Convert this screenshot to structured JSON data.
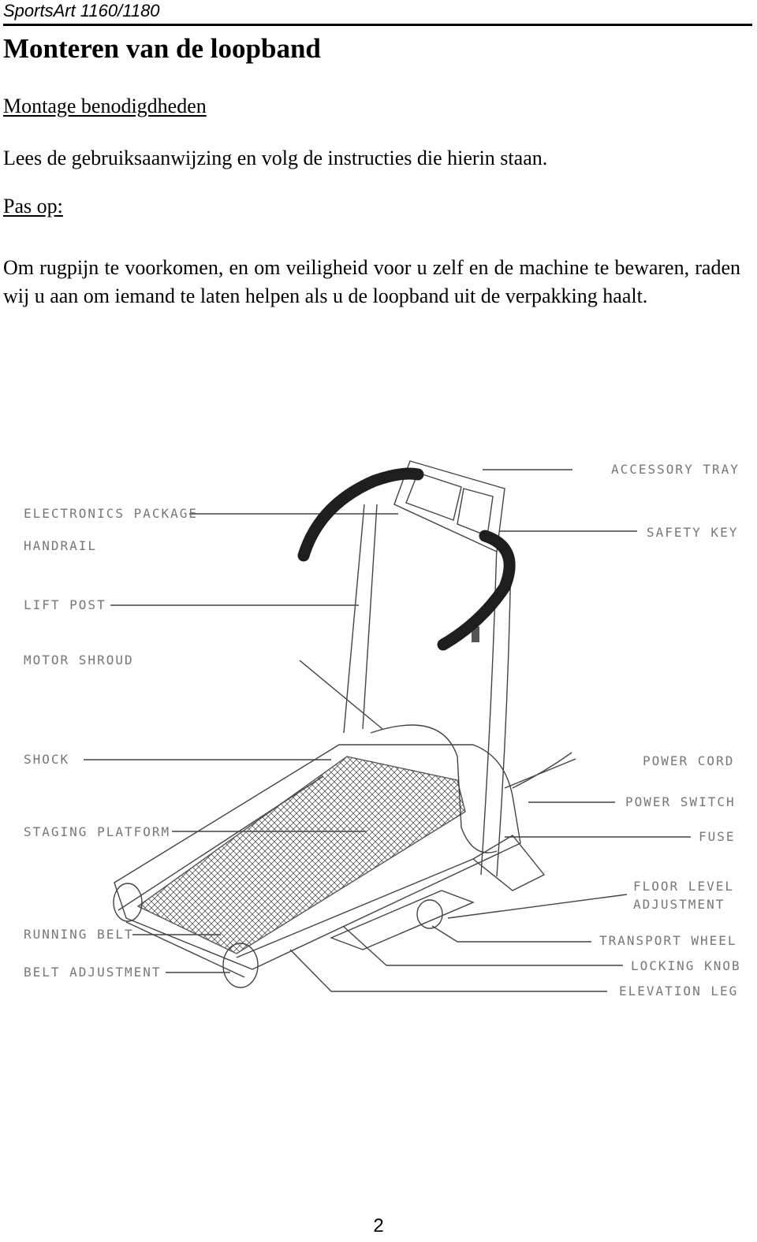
{
  "header": {
    "running_title": "SportsArt 1160/1180"
  },
  "section": {
    "title": "Monteren van de loopband",
    "subtitle": "Montage benodigdheden",
    "intro": "Lees de gebruiksaanwijzing en volg de instructies die hierin staan.",
    "warning_label": "Pas op:",
    "warning_text": "Om rugpijn te voorkomen, en om veiligheid voor u zelf en de machine te bewaren, raden wij u aan om iemand te laten helpen als u de loopband uit de verpakking haalt."
  },
  "figure": {
    "labels": {
      "accessory_tray": "ACCESSORY TRAY",
      "electronics_package": "ELECTRONICS PACKAGE",
      "safety_key": "SAFETY KEY",
      "handrail": "HANDRAIL",
      "lift_post": "LIFT POST",
      "motor_shroud": "MOTOR SHROUD",
      "shock": "SHOCK",
      "power_cord": "POWER CORD",
      "power_switch": "POWER SWITCH",
      "staging_platform": "STAGING PLATFORM",
      "fuse": "FUSE",
      "floor_level_adjustment_1": "FLOOR LEVEL",
      "floor_level_adjustment_2": "ADJUSTMENT",
      "running_belt": "RUNNING BELT",
      "transport_wheel": "TRANSPORT WHEEL",
      "belt_adjustment": "BELT ADJUSTMENT",
      "locking_knob": "LOCKING KNOB",
      "elevation_leg": "ELEVATION LEG"
    }
  },
  "footer": {
    "page_number": "2"
  }
}
